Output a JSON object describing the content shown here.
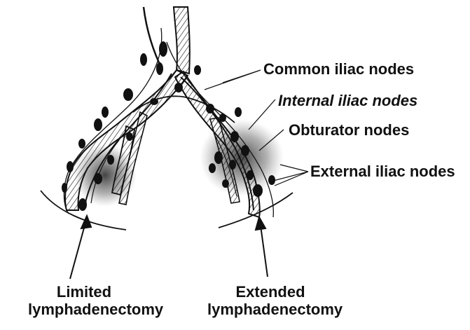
{
  "labels": {
    "common_iliac": "Common iliac nodes",
    "internal_iliac": "Internal iliac nodes",
    "obturator": "Obturator nodes",
    "external_iliac": "External iliac nodes"
  },
  "captions": {
    "limited_line1": "Limited",
    "limited_line2": "lymphadenectomy",
    "extended_line1": "Extended",
    "extended_line2": "lymphadenectomy"
  },
  "colors": {
    "ink": "#111111",
    "stipple": "#555555",
    "background": "#ffffff"
  }
}
